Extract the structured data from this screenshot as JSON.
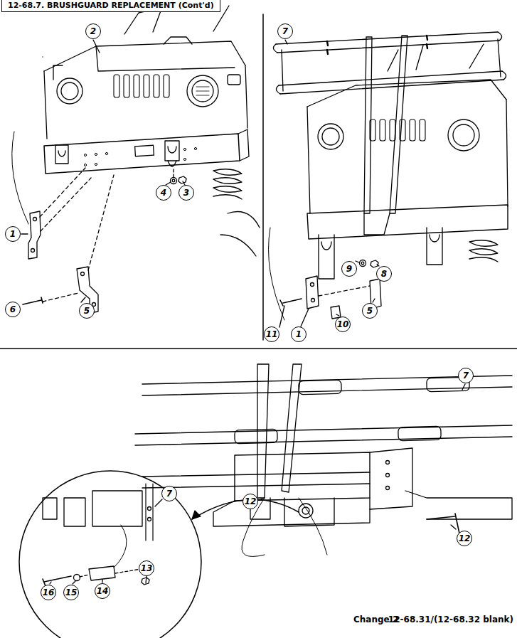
{
  "diagram": {
    "title": "12-68.7. BRUSHGUARD REPLACEMENT (Cont'd)",
    "labels": [
      "2",
      "1",
      "4",
      "3",
      "6",
      "5",
      "7",
      "9",
      "8",
      "11",
      "1",
      "10",
      "5",
      "7",
      "12",
      "7",
      "12",
      "16",
      "15",
      "14",
      "13",
      "Change 2",
      "12-68.31/(12-68.32 blank)"
    ]
  }
}
